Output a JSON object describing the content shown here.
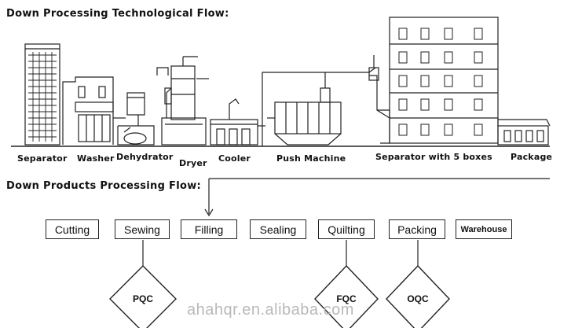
{
  "headers": {
    "tech_flow": "Down Processing Technological Flow:",
    "products_flow": "Down Products Processing Flow:"
  },
  "machines": [
    {
      "label": "Separator",
      "icon": "separator-tower-icon"
    },
    {
      "label": "Washer",
      "icon": "washer-building-icon"
    },
    {
      "label": "Dehydrator",
      "icon": "dehydrator-icon"
    },
    {
      "label": "Dryer",
      "icon": "dryer-icon"
    },
    {
      "label": "Cooler",
      "icon": "cooler-icon"
    },
    {
      "label": "Push Machine",
      "icon": "push-machine-icon"
    },
    {
      "label": "Separator with 5 boxes",
      "icon": "separator-5-boxes-icon"
    },
    {
      "label": "Package",
      "icon": "package-machine-icon"
    }
  ],
  "process_steps": [
    {
      "label": "Cutting"
    },
    {
      "label": "Sewing"
    },
    {
      "label": "Filling"
    },
    {
      "label": "Sealing"
    },
    {
      "label": "Quilting"
    },
    {
      "label": "Packing"
    },
    {
      "label": "Warehouse"
    }
  ],
  "qc_points": [
    {
      "label": "PQC",
      "attached_to": "Sewing"
    },
    {
      "label": "FQC",
      "attached_to": "Quilting"
    },
    {
      "label": "OQC",
      "attached_to": "Packing"
    }
  ],
  "watermark": "ahahqr.en.alibaba.com"
}
